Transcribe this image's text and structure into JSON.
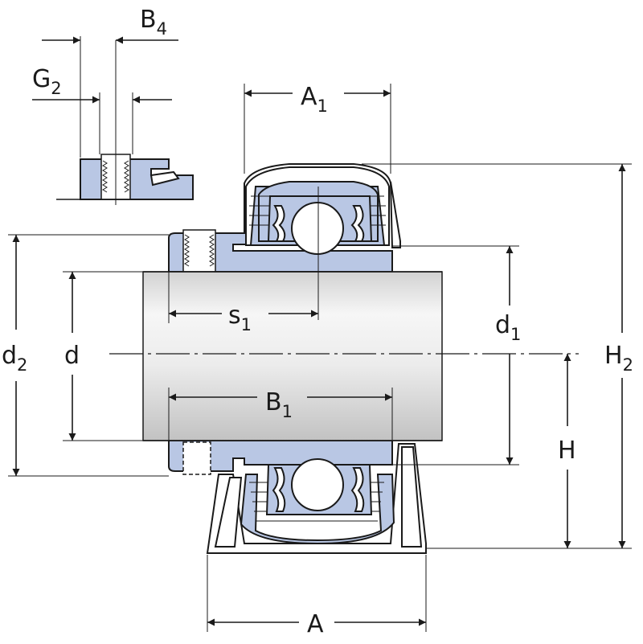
{
  "labels": {
    "b4": {
      "main": "B",
      "sub": "4"
    },
    "g2": {
      "main": "G",
      "sub": "2"
    },
    "a1": {
      "main": "A",
      "sub": "1"
    },
    "s1": {
      "main": "s",
      "sub": "1"
    },
    "d1": {
      "main": "d",
      "sub": "1"
    },
    "d2": {
      "main": "d",
      "sub": "2"
    },
    "d": {
      "main": "d"
    },
    "b1": {
      "main": "B",
      "sub": "1"
    },
    "h2": {
      "main": "H",
      "sub": "2"
    },
    "h": {
      "main": "H"
    },
    "a": {
      "main": "A"
    }
  },
  "colors": {
    "part_fill": "#b9c7e4",
    "shaft_light": "#f4f4f4",
    "shaft_dark": "#c6c6c6",
    "line": "#1a1a1a"
  }
}
